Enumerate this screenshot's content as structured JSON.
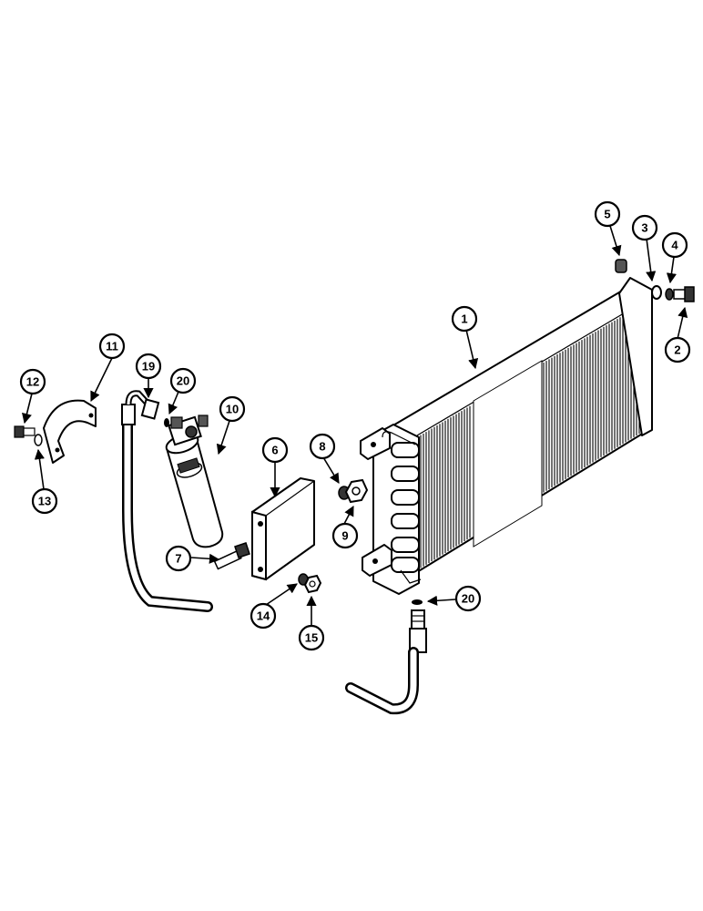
{
  "diagram": {
    "callouts": [
      {
        "id": "c1",
        "number": "1"
      },
      {
        "id": "c2",
        "number": "2"
      },
      {
        "id": "c3",
        "number": "3"
      },
      {
        "id": "c4",
        "number": "4"
      },
      {
        "id": "c5",
        "number": "5"
      },
      {
        "id": "c6",
        "number": "6"
      },
      {
        "id": "c7",
        "number": "7"
      },
      {
        "id": "c8",
        "number": "8"
      },
      {
        "id": "c9",
        "number": "9"
      },
      {
        "id": "c10",
        "number": "10"
      },
      {
        "id": "c11",
        "number": "11"
      },
      {
        "id": "c12",
        "number": "12"
      },
      {
        "id": "c13",
        "number": "13"
      },
      {
        "id": "c14",
        "number": "14"
      },
      {
        "id": "c15",
        "number": "15"
      },
      {
        "id": "c19",
        "number": "19"
      },
      {
        "id": "c20a",
        "number": "20"
      },
      {
        "id": "c20b",
        "number": "20"
      }
    ],
    "line_color": "#000000",
    "background_color": "#ffffff"
  }
}
